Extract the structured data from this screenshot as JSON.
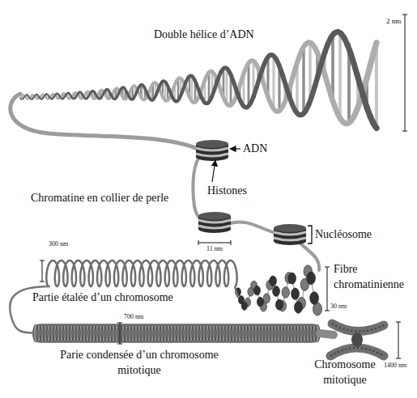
{
  "diagram": {
    "labels": [
      "Double hélice d’ADN",
      "2 nm",
      "ADN",
      "Histones",
      "Chromatine en collier de perle",
      "11 nm",
      "Nucléosome",
      "300 nm",
      "Partie étalée d’un chromosome",
      "Fibre chromatinienne",
      "30 nm",
      "700 nm",
      "Parie condensée d’un chromosome mitotique",
      "Chromosome mitotique",
      "1400 nm"
    ]
  }
}
